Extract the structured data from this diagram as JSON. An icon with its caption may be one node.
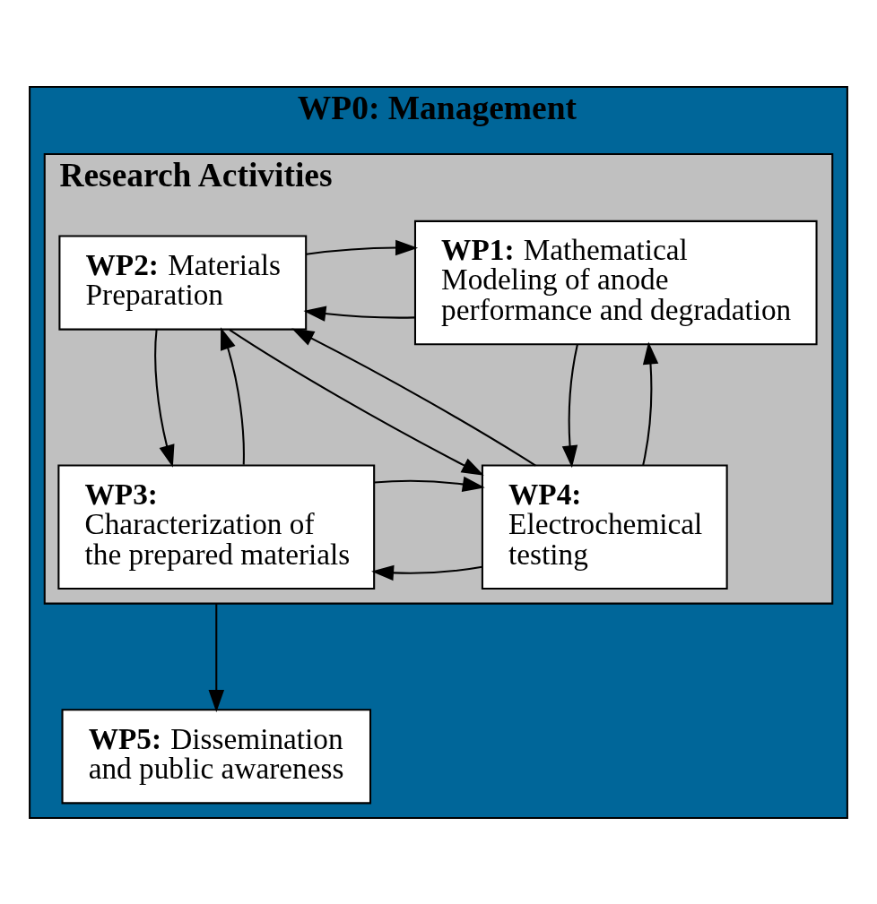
{
  "diagram": {
    "nodes": [
      {
        "text": [
          "WP0: Management"
        ]
      },
      {
        "text": [
          "Research Activities"
        ],
        "in": 0
      },
      {
        "text": [
          "**WP1:** Mathematical Modeling of anode performance and degradation"
        ],
        "in": 1
      },
      {
        "text": [
          "**WP2:** Materials Preparation"
        ],
        "in": 1
      },
      {
        "text": [
          "**WP4:** Electrochemical testing"
        ],
        "in": 1
      },
      {
        "text": [
          "**WP3:** Characterization of the prepared materials"
        ],
        "in": 1
      },
      {
        "text": [
          "**WP5:** Dissemination and public awareness"
        ],
        "in": 0
      }
    ],
    "edges": [
      {
        "from": 2,
        "to": 4,
        "arrow": "to"
      },
      {
        "from": 4,
        "to": 2,
        "arrow": "to"
      },
      {
        "from": 2,
        "to": 3,
        "arrow": "to"
      },
      {
        "from": 3,
        "to": 2,
        "arrow": "to"
      },
      {
        "from": 3,
        "to": 4,
        "arrow": "to"
      },
      {
        "from": 4,
        "to": 3,
        "arrow": "to"
      },
      {
        "from": 3,
        "to": 5,
        "arrow": "to"
      },
      {
        "from": 5,
        "to": 3,
        "arrow": "to"
      },
      {
        "from": 4,
        "to": 5,
        "arrow": "to"
      },
      {
        "from": 5,
        "to": 4,
        "arrow": "to"
      },
      {
        "from": 1,
        "to": 6,
        "arrow": "to"
      }
    ]
  }
}
